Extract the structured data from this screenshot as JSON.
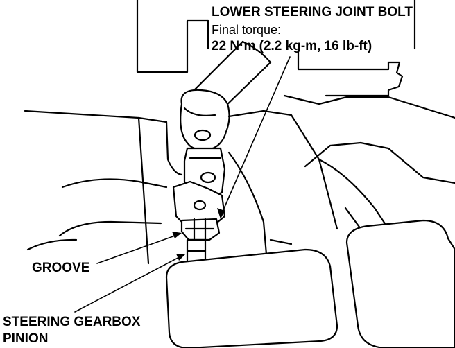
{
  "labels": {
    "lower_steering_joint_bolt": {
      "title": "LOWER STEERING JOINT BOLT",
      "subtitle": "Final torque:",
      "value": "22 N·m (2.2 kg-m, 16 lb-ft)"
    },
    "groove": "GROOVE",
    "steering_gearbox_pinion": {
      "line1": "STEERING GEARBOX",
      "line2": "PINION"
    }
  }
}
